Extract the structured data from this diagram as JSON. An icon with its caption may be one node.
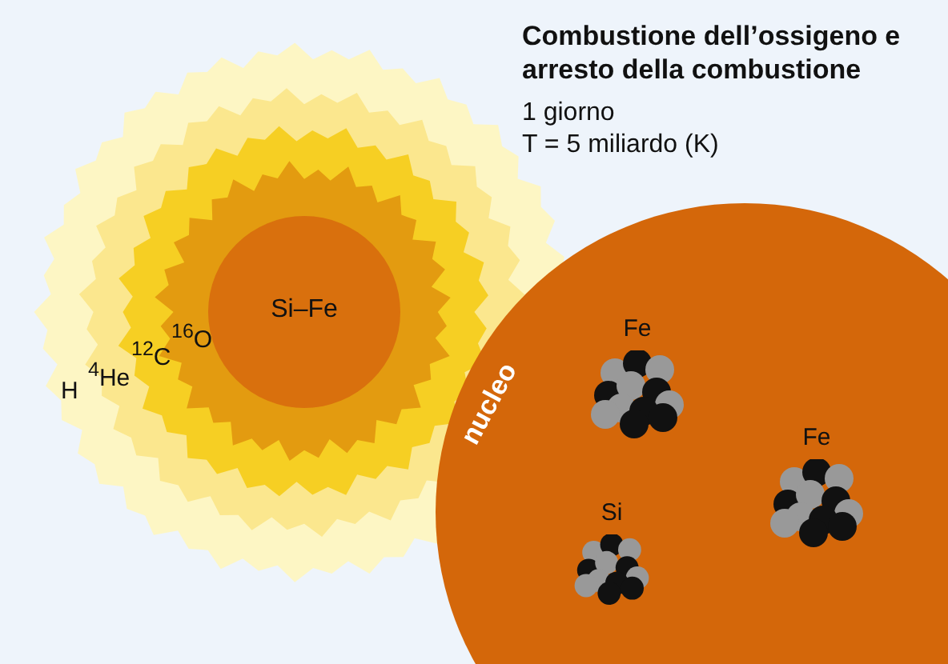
{
  "diagram": {
    "title": "Combustione dell’ossigeno e arresto della combustione",
    "nodes": [
      {
        "text": [
          "Si–Fe"
        ]
      },
      {
        "text": [
          "nucleo"
        ]
      },
      {
        "text": [
          "Fe"
        ],
        "in": 1
      },
      {
        "text": [
          "Si"
        ],
        "in": 1
      },
      {
        "text": [
          "Fe"
        ],
        "in": 1
      }
    ],
    "labels": [
      "1 giorno",
      "T = 5 miliardo (K)",
      "H",
      "$^{4}$He",
      "$^{12}$C",
      "$^{16}$O"
    ]
  }
}
